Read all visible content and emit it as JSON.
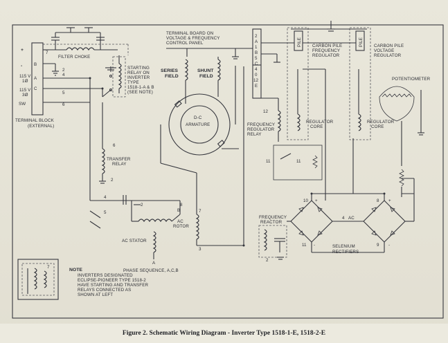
{
  "caption": "Figure 2. Schematic Wiring Diagram - Inverter Type 1518-1-E, 1518-2-E",
  "labels": {
    "filter_choke": "FILTER CHOKE",
    "terminal_board_1": "TERMINAL BOARD ON",
    "terminal_board_2": "VOLTAGE & FREQUENCY",
    "terminal_board_3": "CONTROL PANEL",
    "cp_freq_1": "CARBON PILE",
    "cp_freq_2": "FREQUENCY",
    "cp_freq_3": "REGULATOR",
    "cp_volt_1": "CARBON PILE",
    "cp_volt_2": "VOLTAGE",
    "cp_volt_3": "REGULATOR",
    "pile": "PILE",
    "starting_1": "STARTING",
    "starting_2": "RELAY ON",
    "starting_3": "INVERTER",
    "starting_4": "TYPE",
    "starting_5": "1518-1-A & B",
    "starting_6": "(SEE NOTE)",
    "series_1": "SERIES",
    "series_2": "FIELD",
    "shunt_1": "SHUNT",
    "shunt_2": "FIELD",
    "dc_1": "D-C",
    "dc_2": "ARMATURE",
    "potentiometer": "POTENTIOMETER",
    "freq_relay_1": "FREQUENCY",
    "freq_relay_2": "REGULATOR",
    "freq_relay_3": "RELAY",
    "reg_core_1a": "REGULATOR",
    "reg_core_1b": "CORE",
    "reg_core_2a": "REGULATOR",
    "reg_core_2b": "CORE",
    "tb_ext_1": "TERMINAL BLOCK",
    "tb_ext_2": "(EXTERNAL)",
    "transfer_1": "TRANSFER",
    "transfer_2": "RELAY",
    "ac_rotor_1": "AC",
    "ac_rotor_2": "ROTOR",
    "ac_stator": "AC STATOR",
    "freq_reactor_1": "FREQUENCY",
    "freq_reactor_2": "REACTOR",
    "selenium_1": "SELENIUM",
    "selenium_2": "RECTIFIERS",
    "phase_seq": "PHASE SEQUENCE, A,C,B",
    "note_title": "NOTE",
    "note_1": "INVERTERS DESIGNATED",
    "note_2": "ECLIPSE-PIONEER TYPE 1518-2",
    "note_3": "HAVE STARTING AND TRANSFER",
    "note_4": "RELAYS CONNECTED AS",
    "note_5": "SHOWN AT LEFT",
    "v115_1a": "115 V",
    "v115_1b": "1Ø",
    "v115_3a": "115 V",
    "v115_3b": "3Ø",
    "sw": "SW",
    "ac": "AC",
    "tb_plus": "+",
    "tb_minus": "-",
    "t_B": "B",
    "t_A": "A",
    "t_C": "C",
    "n2a": "2",
    "n4": "4",
    "n5": "5",
    "n6": "6",
    "n7": "7",
    "n8": "8",
    "n9": "9",
    "n10": "10",
    "n11": "11",
    "n12": "12",
    "n3": "3",
    "n1": "1",
    "tcol_2": "2",
    "tcol_A": "A",
    "tcol_1": "1",
    "tcol_B": "B",
    "tcol_5": "5",
    "tcol_C": "C",
    "tcol_4": "4",
    "tcol_0": "0",
    "tcol_12": "12",
    "tcol_E": "E",
    "stator_A": "A",
    "stator_B": "B",
    "rot_8": "8",
    "br_plus": "+",
    "br_minus": "-",
    "dash_3": "3"
  }
}
